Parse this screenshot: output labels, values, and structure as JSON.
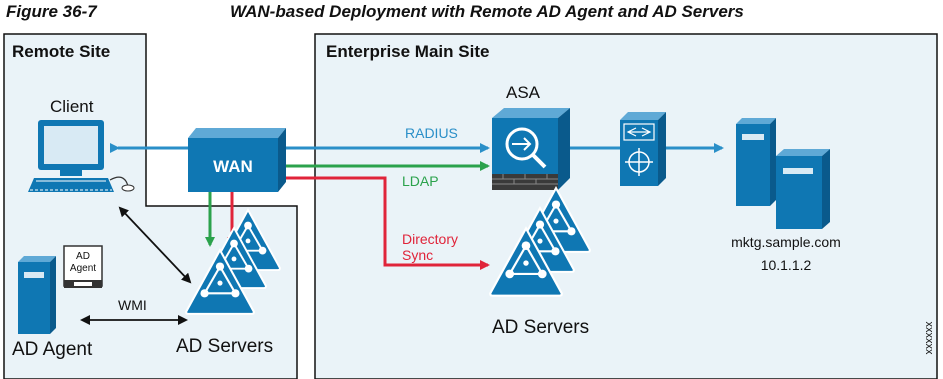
{
  "figure": {
    "number": "Figure 36-7",
    "title": "WAN-based Deployment with Remote AD Agent and AD Servers"
  },
  "regions": {
    "remote_site": "Remote Site",
    "main_site": "Enterprise Main Site"
  },
  "nodes": {
    "client": "Client",
    "wan": "WAN",
    "asa": "ASA",
    "ad_agent": "AD Agent",
    "ad_agent_badge": [
      "AD",
      "Agent"
    ],
    "remote_ad_servers": "AD Servers",
    "main_ad_servers": "AD Servers",
    "server_name": "mktg.sample.com",
    "server_ip": "10.1.1.2"
  },
  "links": {
    "radius": "RADIUS",
    "ldap": "LDAP",
    "directory_sync_line1": "Directory",
    "directory_sync_line2": "Sync",
    "wmi": "WMI"
  },
  "figure_id": "xxxxxx",
  "colors": {
    "region_fill": "#eaf3f8",
    "device_blue": "#0f77b3",
    "radius_line": "#2a8fc8",
    "ldap_line": "#2ba24c",
    "sync_line": "#e0243a",
    "black_line": "#111111"
  }
}
